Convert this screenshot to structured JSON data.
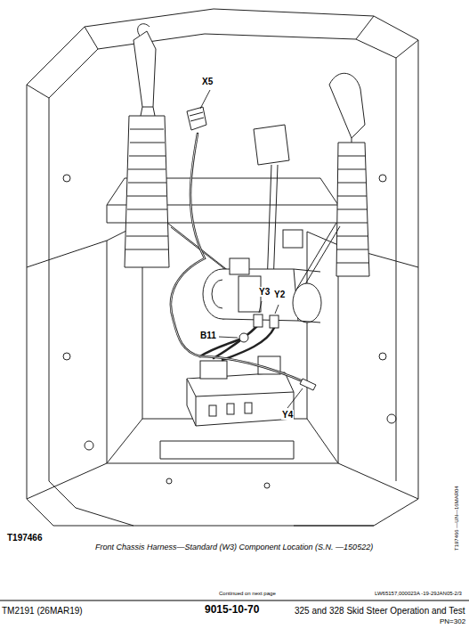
{
  "diagram": {
    "caption": "Front Chassis Harness—Standard (W3) Component Location (S.N. —150522)",
    "labels": [
      "X5",
      "Y3",
      "Y2",
      "B11",
      "Y4",
      "T197466",
      "T197466 —UN—16MAR04",
      "Continued on next page",
      "LW65157,000023A -19-29JAN05-2/3",
      "TM2191 (26MAR19)",
      "9015-10-70",
      "325 and 328 Skid Steer Operation and Test",
      "PN=302"
    ]
  }
}
